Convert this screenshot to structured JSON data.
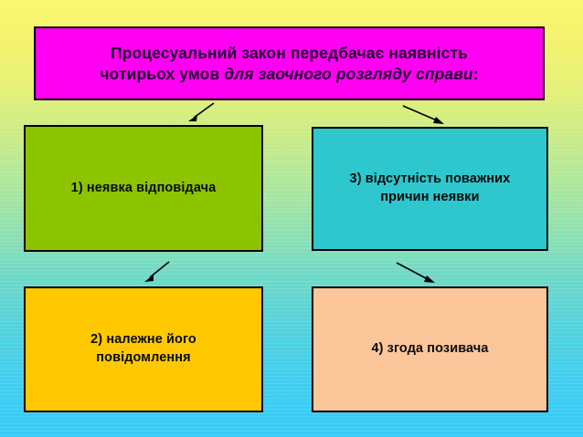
{
  "slide": {
    "title_box": {
      "line1": "Процесуальний закон передбачає наявність",
      "line2_plain_a": "чотирьох  умов ",
      "line2_italic": "для заочного розгляду справи",
      "line2_plain_b": ":",
      "background_color": "#ff00f2",
      "text_color": "#200030",
      "border_color": "#000000"
    },
    "conditions": [
      {
        "id": "condition-1",
        "label": "1) неявка відповідача",
        "background_color": "#8cc400",
        "text_color": "#0a0a0a",
        "border_color": "#000000"
      },
      {
        "id": "condition-3",
        "label": "3) відсутність поважних\nпричин неявки",
        "background_color": "#2ec7ce",
        "text_color": "#0a0a0a",
        "border_color": "#000000"
      },
      {
        "id": "condition-2",
        "label": "2) належне його\nповідомлення",
        "background_color": "#ffc800",
        "text_color": "#0a0a0a",
        "border_color": "#000000"
      },
      {
        "id": "condition-4",
        "label": "4) згода позивача",
        "background_color": "#fac69a",
        "text_color": "#0a0a0a",
        "border_color": "#000000"
      }
    ],
    "arrows": [
      {
        "name": "arrow-title-to-condition-1",
        "direction": "down-left",
        "color": "#000000"
      },
      {
        "name": "arrow-title-to-condition-3",
        "direction": "down-right",
        "color": "#000000"
      },
      {
        "name": "arrow-condition-1-to-condition-2",
        "direction": "down-left",
        "color": "#000000"
      },
      {
        "name": "arrow-condition-3-to-condition-4",
        "direction": "down-right",
        "color": "#000000"
      }
    ],
    "background": {
      "type": "vertical-gradient",
      "top_color": "#fbf76a",
      "mid_color": "#8ce0b3",
      "bottom_color": "#38ccf7"
    }
  }
}
